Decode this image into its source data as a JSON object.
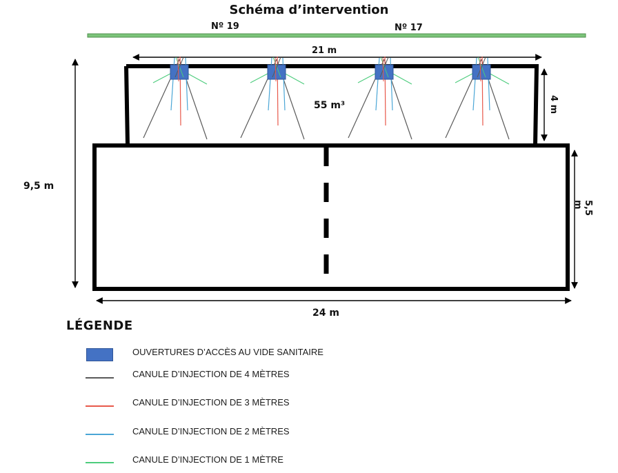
{
  "title": "Schéma d’intervention",
  "labels": {
    "left_neighbor": "Nº 19",
    "right_neighbor": "Nº 17",
    "top_width": "21 m",
    "top_depth": "4 m",
    "volume": "55 m³",
    "total_depth": "9,5 m",
    "lower_depth": "5,5 m",
    "bottom_width": "24 m"
  },
  "legend": {
    "title": "LÉGENDE",
    "items": [
      {
        "label": "OUVERTURES D’ACCÈS AU VIDE SANITAIRE",
        "color": "#4472c4",
        "kind": "box"
      },
      {
        "label": "CANULE D’INJECTION DE 4 MÈTRES",
        "color": "#595959",
        "kind": "line"
      },
      {
        "label": "CANULE D’INJECTION DE 3 MÈTRES",
        "color": "#e8584a",
        "kind": "line"
      },
      {
        "label": "CANULE D’INJECTION DE 2 MÈTRES",
        "color": "#4aa6d6",
        "kind": "line"
      },
      {
        "label": "CANULE D’INJECTION DE 1 MÈTRE",
        "color": "#4ccc7c",
        "kind": "line"
      }
    ]
  },
  "colors": {
    "street_bar": "#7cc47a",
    "access_opening": "#4472c4",
    "walls": "#000000"
  }
}
